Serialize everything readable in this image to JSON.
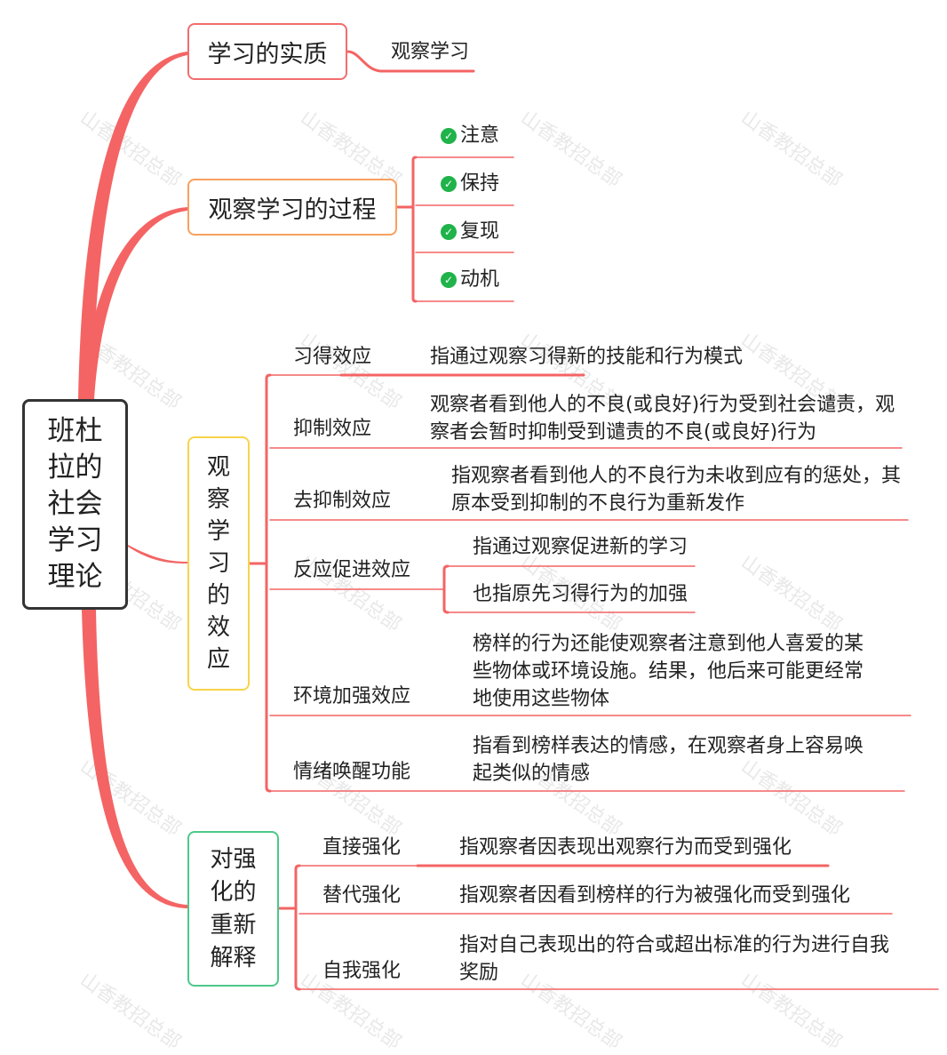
{
  "root": {
    "label": "班杜拉的社会学习理论",
    "lines": [
      "班杜",
      "拉的",
      "社会",
      "学习",
      "理论"
    ]
  },
  "branches": [
    {
      "label": "学习的实质",
      "color": "#f26d6d",
      "children": [
        {
          "label": "观察学习"
        }
      ]
    },
    {
      "label": "观察学习的过程",
      "color": "#f8a05e",
      "children": [
        {
          "label": "注意",
          "icon": "check-circle-icon"
        },
        {
          "label": "保持",
          "icon": "check-circle-icon"
        },
        {
          "label": "复现",
          "icon": "check-circle-icon"
        },
        {
          "label": "动机",
          "icon": "check-circle-icon"
        }
      ]
    },
    {
      "label": "观察学习的效应",
      "lines": [
        "观",
        "察",
        "学",
        "习",
        "的",
        "效",
        "应"
      ],
      "color": "#f8d44a",
      "children": [
        {
          "label": "习得效应",
          "details": [
            "指通过观察习得新的技能和行为模式"
          ]
        },
        {
          "label": "抑制效应",
          "details": [
            "观察者看到他人的不良(或良好)行为受到社会谴责，观",
            "察者会暂时抑制受到谴责的不良(或良好)行为"
          ]
        },
        {
          "label": "去抑制效应",
          "details": [
            "指观察者看到他人的不良行为未收到应有的惩处，其",
            "原本受到抑制的不良行为重新发作"
          ]
        },
        {
          "label": "反应促进效应",
          "subitems": [
            "指通过观察促进新的学习",
            "也指原先习得行为的加强"
          ]
        },
        {
          "label": "环境加强效应",
          "details": [
            "榜样的行为还能使观察者注意到他人喜爱的某",
            "些物体或环境设施。结果，他后来可能更经常",
            "地使用这些物体"
          ]
        },
        {
          "label": "情绪唤醒功能",
          "details": [
            "指看到榜样表达的情感，在观察者身上容易唤",
            "起类似的情感"
          ]
        }
      ]
    },
    {
      "label": "对强化的重新解释",
      "lines": [
        "对强",
        "化的",
        "重新",
        "解释"
      ],
      "color": "#4cc98a",
      "children": [
        {
          "label": "直接强化",
          "details": [
            "指观察者因表现出观察行为而受到强化"
          ]
        },
        {
          "label": "替代强化",
          "details": [
            "指观察者因看到榜样的行为被强化而受到强化"
          ]
        },
        {
          "label": "自我强化",
          "details": [
            "指对自己表现出的符合或超出标准的行为进行自我",
            "奖励"
          ]
        }
      ]
    }
  ],
  "line_color": "#f46464",
  "watermark": "山香教招总部",
  "icons": {
    "check": "✓"
  }
}
